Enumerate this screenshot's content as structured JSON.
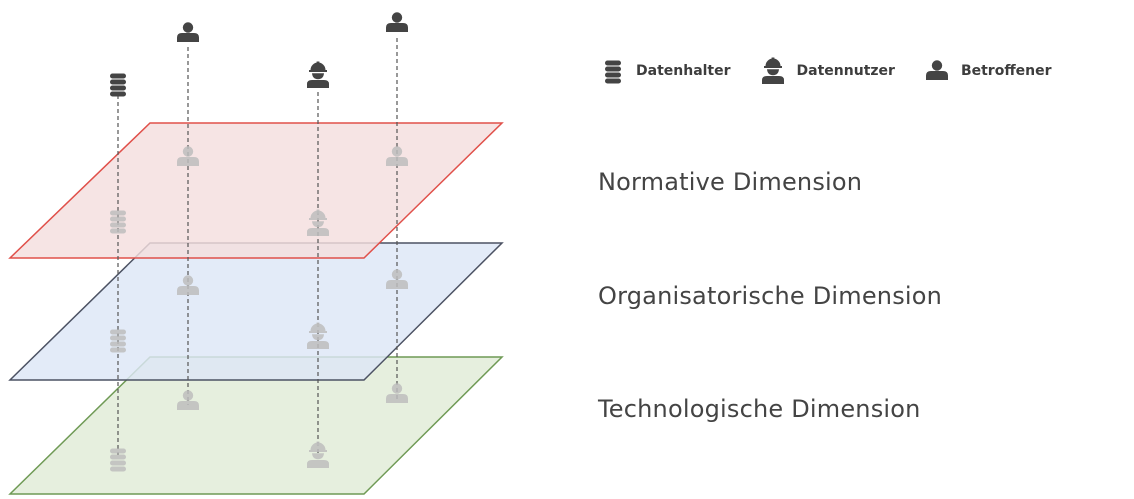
{
  "legend": {
    "items": [
      {
        "label": "Datenhalter",
        "icon": "database-icon"
      },
      {
        "label": "Datennutzer",
        "icon": "worker-helmet-icon"
      },
      {
        "label": "Betroffener",
        "icon": "person-icon"
      }
    ]
  },
  "dimensions": [
    {
      "label": "Normative Dimension",
      "fill": "#f4dede",
      "stroke": "#e0504a"
    },
    {
      "label": "Organisatorische Dimension",
      "fill": "#dde6f6",
      "stroke": "#4c5263"
    },
    {
      "label": "Technologische Dimension",
      "fill": "#e3edda",
      "stroke": "#6f9a55"
    }
  ],
  "colors": {
    "icon_dark": "#444444",
    "icon_faded": "#c2c2c2",
    "connector": "#555555"
  }
}
